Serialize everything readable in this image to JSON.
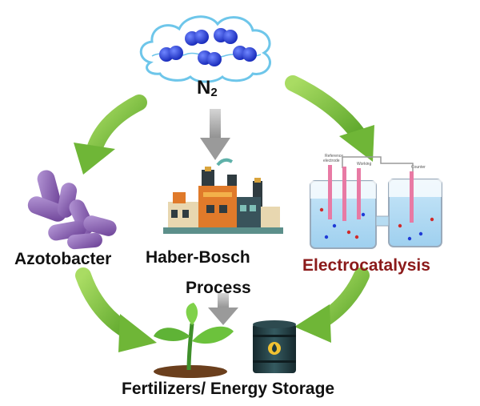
{
  "labels": {
    "n2_main": "N",
    "n2_sub": "2",
    "azotobacter": "Azotobacter",
    "haber_bosch": "Haber-Bosch",
    "process": "Process",
    "electrocatalysis": "Electrocatalysis",
    "fertilizers": "Fertilizers/ Energy Storage"
  },
  "colors": {
    "arrow_green": "#7fc241",
    "arrow_gray": "#a8a8a8",
    "molecule_blue": "#1f3bd6",
    "cloud_outline": "#6ec6ea",
    "electrocatalysis_text": "#8b1a1a",
    "bacteria_purple": "#7a4fa0",
    "barrel_dark": "#1f3a3f",
    "factory_orange": "#e07a2a"
  },
  "icons": [
    "n2-cloud-icon",
    "bacteria-icon",
    "factory-icon",
    "electrolysis-cell-icon",
    "plant-sprout-icon",
    "oil-barrel-icon"
  ]
}
